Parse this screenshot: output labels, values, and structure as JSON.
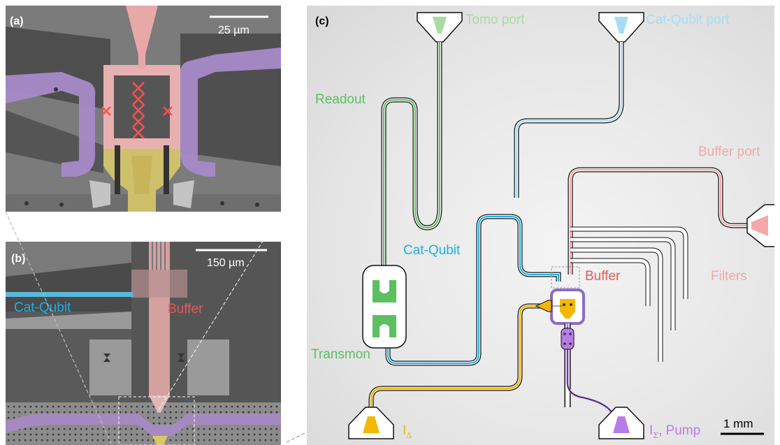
{
  "panels": {
    "a": {
      "tag": "(a)",
      "scale_label": "25 µm"
    },
    "b": {
      "tag": "(b)",
      "scale_label": "150 µm",
      "cat_qubit_label": "Cat-Qubit",
      "buffer_label": "Buffer"
    },
    "c": {
      "tag": "(c)",
      "tomo_port": "Tomo port",
      "cat_qubit_port": "Cat-Qubit port",
      "readout": "Readout",
      "buffer_port": "Buffer port",
      "cat_qubit": "Cat-Qubit",
      "buffer": "Buffer",
      "filters": "Filters",
      "transmon": "Transmon",
      "i_delta": "I",
      "i_delta_sub": "Δ",
      "i_sigma": "I",
      "i_sigma_sub": "Σ",
      "i_sigma_suffix": ", Pump",
      "scale_label": "1 mm"
    }
  },
  "colors": {
    "green": "#5cc060",
    "light_green": "#a8dca0",
    "blue": "#1ab0e8",
    "light_blue": "#a8dcf4",
    "red": "#e85858",
    "pink": "#f4a8a8",
    "purple": "#b87ce8",
    "orange": "#f4b800"
  }
}
